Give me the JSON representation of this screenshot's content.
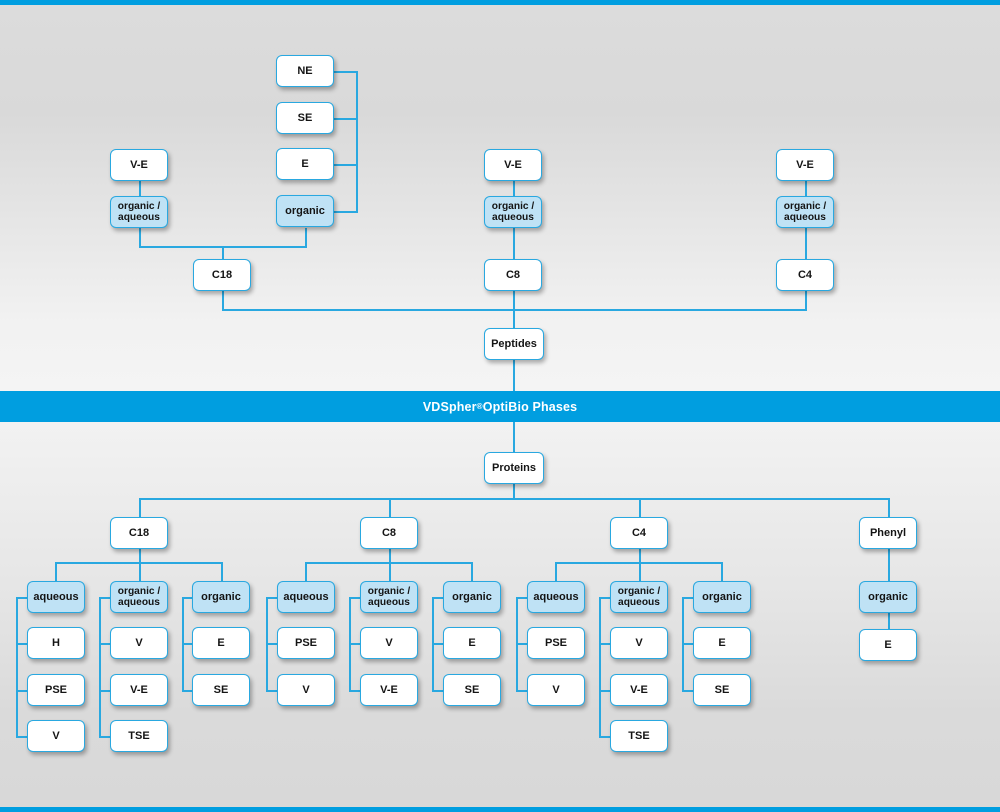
{
  "banner": {
    "text_before": "VDSpher",
    "superscript": "®",
    "text_after": " OptiBio Phases"
  },
  "theme": {
    "accent": "#009ee0",
    "line": "#29a8e0",
    "box_fill": "#ffffff",
    "box_fill_highlight": "#bfe2f5",
    "background": "#e3e3e3",
    "text": "#141414"
  },
  "diagram": {
    "type": "tree",
    "roots": [
      "Peptides",
      "Proteins"
    ],
    "top_section": {
      "root": "Peptides",
      "branches": [
        {
          "stationary_phase": "C18",
          "modes": [
            {
              "mode": "organic / aqueous",
              "products": [
                "V-E"
              ]
            },
            {
              "mode": "organic",
              "products": [
                "NE",
                "SE",
                "E"
              ]
            }
          ]
        },
        {
          "stationary_phase": "C8",
          "modes": [
            {
              "mode": "organic / aqueous",
              "products": [
                "V-E"
              ]
            }
          ]
        },
        {
          "stationary_phase": "C4",
          "modes": [
            {
              "mode": "organic / aqueous",
              "products": [
                "V-E"
              ]
            }
          ]
        }
      ]
    },
    "bottom_section": {
      "root": "Proteins",
      "branches": [
        {
          "stationary_phase": "C18",
          "modes": [
            {
              "mode": "aqueous",
              "products": [
                "H",
                "PSE",
                "V"
              ]
            },
            {
              "mode": "organic / aqueous",
              "products": [
                "V",
                "V-E",
                "TSE"
              ]
            },
            {
              "mode": "organic",
              "products": [
                "E",
                "SE"
              ]
            }
          ]
        },
        {
          "stationary_phase": "C8",
          "modes": [
            {
              "mode": "aqueous",
              "products": [
                "PSE",
                "V"
              ]
            },
            {
              "mode": "organic / aqueous",
              "products": [
                "V",
                "V-E"
              ]
            },
            {
              "mode": "organic",
              "products": [
                "E",
                "SE"
              ]
            }
          ]
        },
        {
          "stationary_phase": "C4",
          "modes": [
            {
              "mode": "aqueous",
              "products": [
                "PSE",
                "V"
              ]
            },
            {
              "mode": "organic / aqueous",
              "products": [
                "V",
                "V-E",
                "TSE"
              ]
            },
            {
              "mode": "organic",
              "products": [
                "E",
                "SE"
              ]
            }
          ]
        },
        {
          "stationary_phase": "Phenyl",
          "modes": [
            {
              "mode": "organic",
              "products": [
                "E"
              ]
            }
          ]
        }
      ]
    }
  },
  "nodes": {
    "t_ne": {
      "label": "NE"
    },
    "t_se": {
      "label": "SE"
    },
    "t_e": {
      "label": "E"
    },
    "t_organic": {
      "label": "organic"
    },
    "t_ve1": {
      "label": "V-E"
    },
    "t_oa1_l1": {
      "label": "organic /"
    },
    "t_oa1_l2": {
      "label": "aqueous"
    },
    "t_c18": {
      "label": "C18"
    },
    "t_ve2": {
      "label": "V-E"
    },
    "t_oa2_l1": {
      "label": "organic /"
    },
    "t_oa2_l2": {
      "label": "aqueous"
    },
    "t_c8": {
      "label": "C8"
    },
    "t_ve3": {
      "label": "V-E"
    },
    "t_oa3_l1": {
      "label": "organic /"
    },
    "t_oa3_l2": {
      "label": "aqueous"
    },
    "t_c4": {
      "label": "C4"
    },
    "peptides": {
      "label": "Peptides"
    },
    "proteins": {
      "label": "Proteins"
    },
    "b_c18": {
      "label": "C18"
    },
    "b_c18_aq": {
      "label": "aqueous"
    },
    "b_c18_oa_l1": {
      "label": "organic /"
    },
    "b_c18_oa_l2": {
      "label": "aqueous"
    },
    "b_c18_org": {
      "label": "organic"
    },
    "b_c18_aq_1": {
      "label": "H"
    },
    "b_c18_aq_2": {
      "label": "PSE"
    },
    "b_c18_aq_3": {
      "label": "V"
    },
    "b_c18_oa_1": {
      "label": "V"
    },
    "b_c18_oa_2": {
      "label": "V-E"
    },
    "b_c18_oa_3": {
      "label": "TSE"
    },
    "b_c18_org_1": {
      "label": "E"
    },
    "b_c18_org_2": {
      "label": "SE"
    },
    "b_c8": {
      "label": "C8"
    },
    "b_c8_aq": {
      "label": "aqueous"
    },
    "b_c8_oa_l1": {
      "label": "organic /"
    },
    "b_c8_oa_l2": {
      "label": "aqueous"
    },
    "b_c8_org": {
      "label": "organic"
    },
    "b_c8_aq_1": {
      "label": "PSE"
    },
    "b_c8_aq_2": {
      "label": "V"
    },
    "b_c8_oa_1": {
      "label": "V"
    },
    "b_c8_oa_2": {
      "label": "V-E"
    },
    "b_c8_org_1": {
      "label": "E"
    },
    "b_c8_org_2": {
      "label": "SE"
    },
    "b_c4": {
      "label": "C4"
    },
    "b_c4_aq": {
      "label": "aqueous"
    },
    "b_c4_oa_l1": {
      "label": "organic /"
    },
    "b_c4_oa_l2": {
      "label": "aqueous"
    },
    "b_c4_org": {
      "label": "organic"
    },
    "b_c4_aq_1": {
      "label": "PSE"
    },
    "b_c4_aq_2": {
      "label": "V"
    },
    "b_c4_oa_1": {
      "label": "V"
    },
    "b_c4_oa_2": {
      "label": "V-E"
    },
    "b_c4_oa_3": {
      "label": "TSE"
    },
    "b_c4_org_1": {
      "label": "E"
    },
    "b_c4_org_2": {
      "label": "SE"
    },
    "b_ph": {
      "label": "Phenyl"
    },
    "b_ph_org": {
      "label": "organic"
    },
    "b_ph_org_1": {
      "label": "E"
    }
  }
}
